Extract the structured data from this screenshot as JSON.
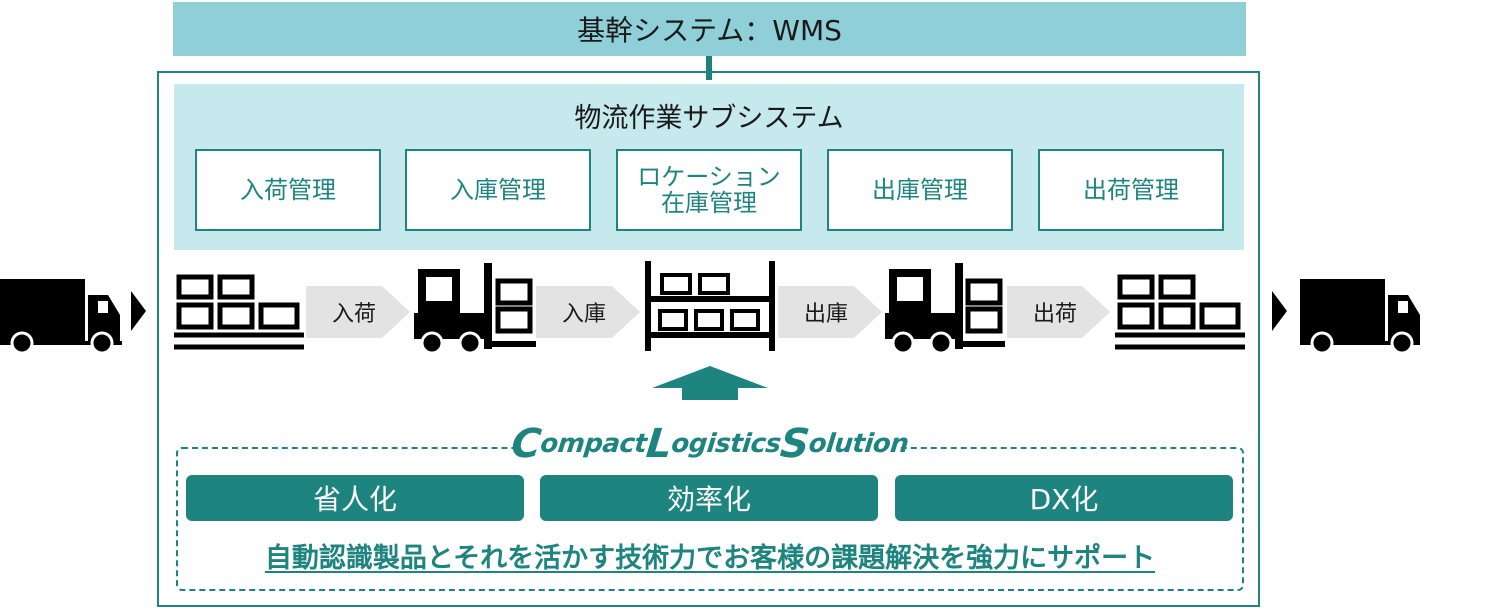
{
  "wms": {
    "label": "基幹システム：WMS"
  },
  "subsystem": {
    "title": "物流作業サブシステム",
    "modules": [
      {
        "label": "入荷管理"
      },
      {
        "label": "入庫管理"
      },
      {
        "label": "ロケーション\n在庫管理"
      },
      {
        "label": "出庫管理"
      },
      {
        "label": "出荷管理"
      }
    ]
  },
  "flow": {
    "steps": [
      {
        "label": "入荷"
      },
      {
        "label": "入庫"
      },
      {
        "label": "出庫"
      },
      {
        "label": "出荷"
      }
    ],
    "icons": [
      "truck-icon",
      "pallet-boxes-icon",
      "forklift-icon",
      "storage-rack-icon",
      "forklift-icon",
      "pallet-boxes-icon",
      "truck-icon"
    ]
  },
  "cls": {
    "logo_parts": [
      {
        "initial": "C",
        "rest": "ompact "
      },
      {
        "initial": "L",
        "rest": "ogistics "
      },
      {
        "initial": "S",
        "rest": "olution"
      }
    ],
    "pills": [
      {
        "label": "省人化"
      },
      {
        "label": "効率化"
      },
      {
        "label": "DX化"
      }
    ],
    "tagline": "自動認識製品とそれを活かす技術力でお客様の課題解決を強力にサポート"
  },
  "colors": {
    "accent": "#1e8480",
    "wms_bg": "#8fd0d8",
    "subsystem_bg": "#c5e9ec",
    "arrow_grey": "#e3e3e3",
    "icon_black": "#000000"
  }
}
